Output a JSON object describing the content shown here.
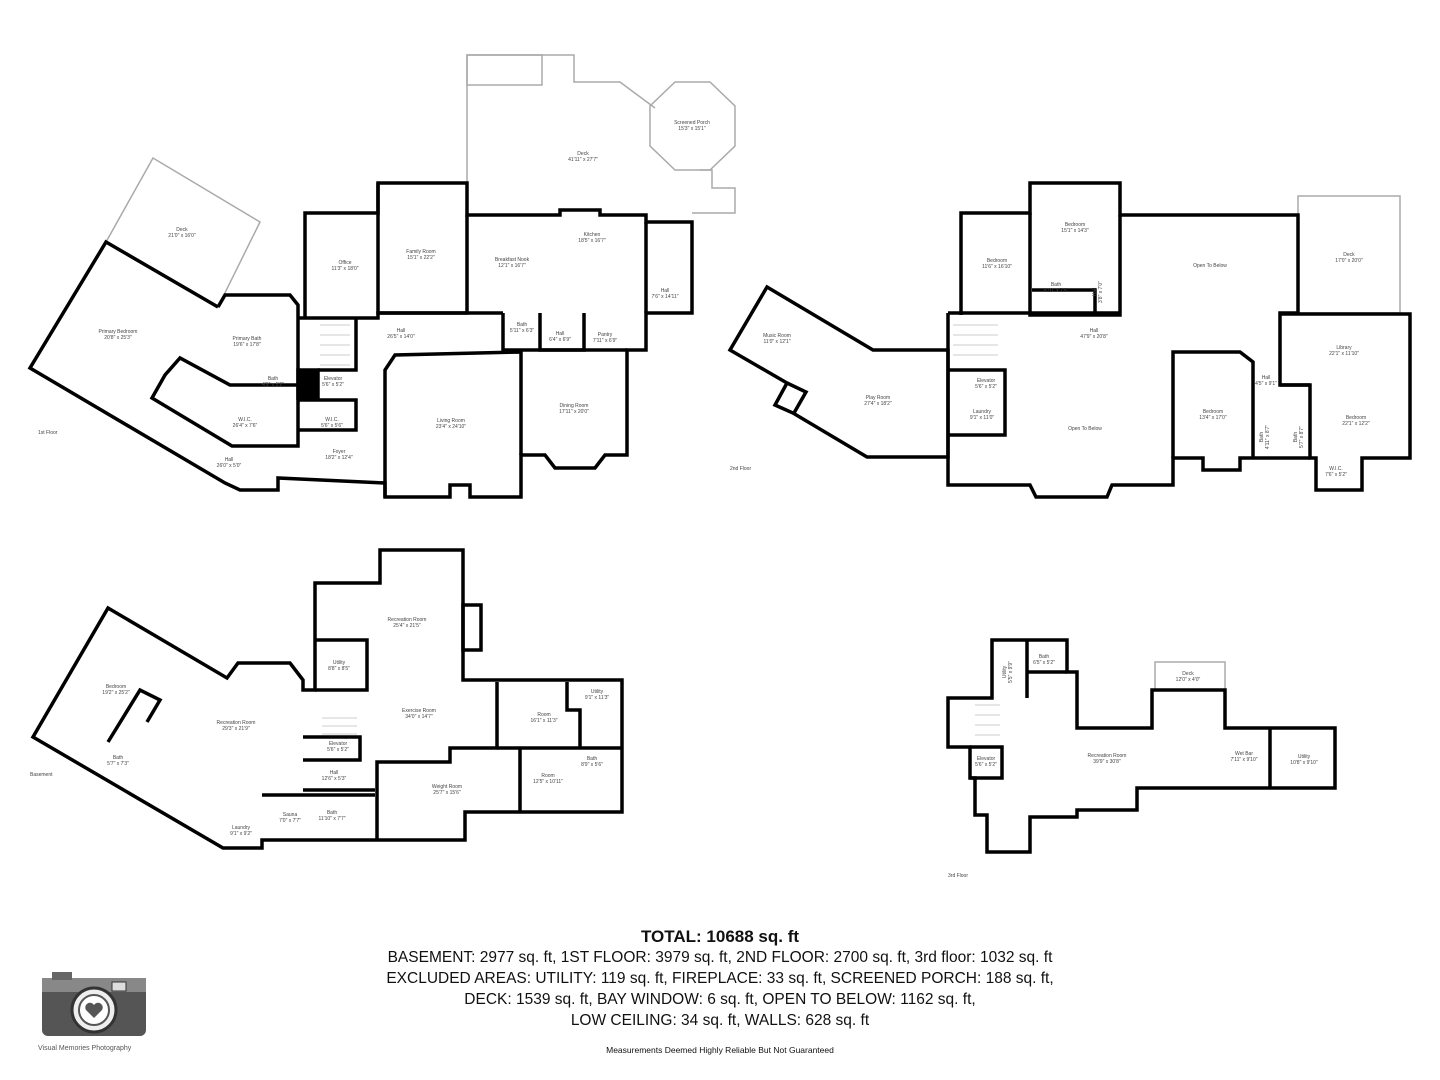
{
  "floors": [
    {
      "label": "1st Floor",
      "rooms": [
        {
          "name": "Deck",
          "dims": "21'0\" x 16'0\""
        },
        {
          "name": "Primary Bedroom",
          "dims": "20'8\" x 25'3\""
        },
        {
          "name": "Primary Bath",
          "dims": "19'6\" x 17'8\""
        },
        {
          "name": "Bath",
          "dims": "4'9\" x 5'2\""
        },
        {
          "name": "Elevator",
          "dims": "5'6\" x 5'2\""
        },
        {
          "name": "W.I.C.",
          "dims": "26'4\" x 7'6\""
        },
        {
          "name": "W.I.C.",
          "dims": "5'6\" x 5'6\""
        },
        {
          "name": "Hall",
          "dims": "26'0\" x 5'0\""
        },
        {
          "name": "Foyer",
          "dims": "18'2\" x 12'4\""
        },
        {
          "name": "Office",
          "dims": "11'3\" x 18'0\""
        },
        {
          "name": "Family Room",
          "dims": "15'1\" x 22'2\""
        },
        {
          "name": "Breakfast Nook",
          "dims": "12'1\" x 16'7\""
        },
        {
          "name": "Kitchen",
          "dims": "18'5\" x 16'7\""
        },
        {
          "name": "Deck",
          "dims": "41'11\" x 27'7\""
        },
        {
          "name": "Screened Porch",
          "dims": "15'3\" x 15'1\""
        },
        {
          "name": "Hall",
          "dims": "7'6\" x 14'11\""
        },
        {
          "name": "Hall",
          "dims": "26'5\" x 14'0\""
        },
        {
          "name": "Bath",
          "dims": "5'11\" x 6'3\""
        },
        {
          "name": "Hall",
          "dims": "6'4\" x 6'9\""
        },
        {
          "name": "Pantry",
          "dims": "7'11\" x 6'9\""
        },
        {
          "name": "Living Room",
          "dims": "23'4\" x 24'10\""
        },
        {
          "name": "Dining Room",
          "dims": "17'11\" x 20'0\""
        }
      ]
    },
    {
      "label": "2nd Floor",
      "rooms": [
        {
          "name": "Music Room",
          "dims": "11'0\" x 12'1\""
        },
        {
          "name": "Play Room",
          "dims": "27'4\" x 18'2\""
        },
        {
          "name": "Bedroom",
          "dims": "11'6\" x 16'10\""
        },
        {
          "name": "Bedroom",
          "dims": "15'1\" x 14'3\""
        },
        {
          "name": "Bath",
          "dims": "8'10\" x 7'5\""
        },
        {
          "name": "Hall",
          "dims": "3'8\" x 7'0\""
        },
        {
          "name": "Open To Below",
          "dims": ""
        },
        {
          "name": "Deck",
          "dims": "17'0\" x 20'0\""
        },
        {
          "name": "Hall",
          "dims": "47'9\" x 20'8\""
        },
        {
          "name": "Elevator",
          "dims": "5'6\" x 5'2\""
        },
        {
          "name": "Laundry",
          "dims": "9'1\" x 11'0\""
        },
        {
          "name": "Open To Below",
          "dims": ""
        },
        {
          "name": "Library",
          "dims": "22'1\" x 11'10\""
        },
        {
          "name": "Hall",
          "dims": "4'5\" x 9'1\""
        },
        {
          "name": "Bedroom",
          "dims": "13'4\" x 17'0\""
        },
        {
          "name": "Bath",
          "dims": "4'11\" x 8'7\""
        },
        {
          "name": "Bath",
          "dims": "5'7\" x 8'7\""
        },
        {
          "name": "Bedroom",
          "dims": "22'1\" x 12'2\""
        },
        {
          "name": "W.I.C.",
          "dims": "7'6\" x 5'2\""
        }
      ]
    },
    {
      "label": "Basement",
      "rooms": [
        {
          "name": "Bedroom",
          "dims": "19'2\" x 25'2\""
        },
        {
          "name": "Bath",
          "dims": "5'7\" x 7'3\""
        },
        {
          "name": "Recreation Room",
          "dims": "29'3\" x 21'9\""
        },
        {
          "name": "Utility",
          "dims": "8'8\" x 8'5\""
        },
        {
          "name": "Recreation Room",
          "dims": "25'4\" x 21'5\""
        },
        {
          "name": "Exercise Room",
          "dims": "34'0\" x 14'7\""
        },
        {
          "name": "Elevator",
          "dims": "5'6\" x 5'2\""
        },
        {
          "name": "Hall",
          "dims": "12'6\" x 5'3\""
        },
        {
          "name": "Weight Room",
          "dims": "25'7\" x 15'6\""
        },
        {
          "name": "Room",
          "dims": "16'1\" x 11'3\""
        },
        {
          "name": "Utility",
          "dims": "9'1\" x 11'3\""
        },
        {
          "name": "Room",
          "dims": "12'5\" x 10'11\""
        },
        {
          "name": "Bath",
          "dims": "8'9\" x 5'6\""
        },
        {
          "name": "Laundry",
          "dims": "9'1\" x 9'2\""
        },
        {
          "name": "Sauna",
          "dims": "7'0\" x 7'7\""
        },
        {
          "name": "Bath",
          "dims": "11'10\" x 7'7\""
        }
      ]
    },
    {
      "label": "3rd Floor",
      "rooms": [
        {
          "name": "Utility",
          "dims": "5'5\" x 9'9\""
        },
        {
          "name": "Bath",
          "dims": "6'5\" x 5'2\""
        },
        {
          "name": "Deck",
          "dims": "12'0\" x 4'0\""
        },
        {
          "name": "Recreation Room",
          "dims": "39'9\" x 30'8\""
        },
        {
          "name": "Elevator",
          "dims": "5'6\" x 5'2\""
        },
        {
          "name": "Wet Bar",
          "dims": "7'11\" x 9'10\""
        },
        {
          "name": "Utility",
          "dims": "10'8\" x 9'10\""
        }
      ]
    }
  ],
  "summary": {
    "total": "TOTAL: 10688 sq. ft",
    "lines": [
      "BASEMENT: 2977 sq. ft, 1ST FLOOR: 3979 sq. ft, 2ND FLOOR: 2700 sq. ft, 3rd floor: 1032 sq. ft",
      "EXCLUDED AREAS: UTILITY: 119 sq. ft, FIREPLACE: 33 sq. ft, SCREENED PORCH: 188 sq. ft,",
      "DECK: 1539 sq. ft, BAY WINDOW: 6 sq. ft, OPEN TO BELOW: 1162 sq. ft,",
      "LOW CEILING: 34 sq. ft, WALLS: 628 sq. ft"
    ],
    "disclaimer": "Measurements Deemed Highly Reliable But Not Guaranteed"
  },
  "logo": {
    "text": "Visual Memories Photography",
    "icon": "camera-heart-icon"
  },
  "colors": {
    "wall": "#000000",
    "exterior": "#bbbbbb",
    "text": "#444444"
  }
}
